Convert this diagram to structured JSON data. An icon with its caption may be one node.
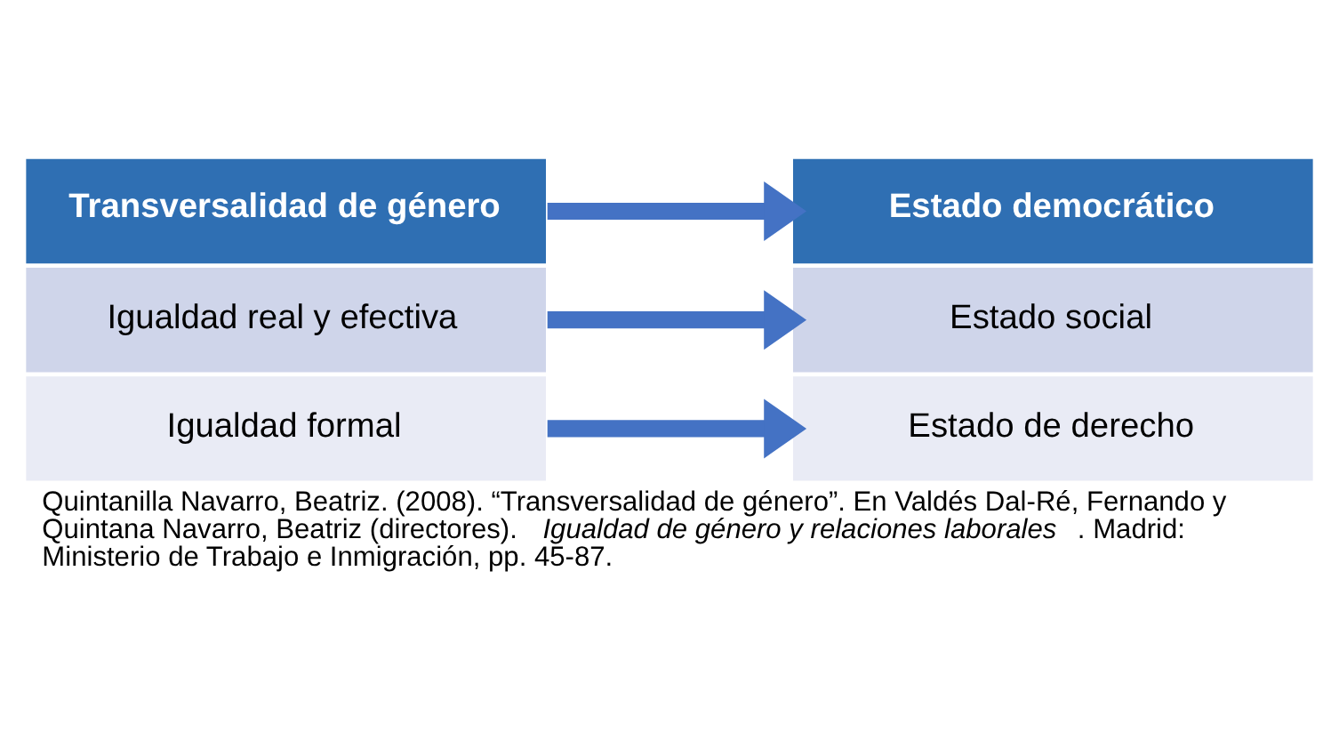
{
  "diagram": {
    "caption": "Quintanilla Navarro, Beatriz. (2008). “Transversalidad de género”. En Valdés Dal-Ré, Fernando y Quintana Navarro, Beatriz (directores). *Igualdad de género y relaciones laborales*. Madrid: Ministerio de Trabajo e Inmigración, pp. 45-87.",
    "nodes": [
      {
        "text": [
          "Transversalidad de género"
        ]
      },
      {
        "text": [
          "Igualdad real y efectiva"
        ]
      },
      {
        "text": [
          "Igualdad formal"
        ]
      },
      {
        "text": [
          "Estado democrático"
        ]
      },
      {
        "text": [
          "Estado social"
        ]
      },
      {
        "text": [
          "Estado de derecho"
        ]
      }
    ],
    "edges": [
      {
        "from": 0,
        "to": 3,
        "arrow": "to"
      },
      {
        "from": 1,
        "to": 4,
        "arrow": "to"
      },
      {
        "from": 2,
        "to": 5,
        "arrow": "to"
      }
    ]
  }
}
